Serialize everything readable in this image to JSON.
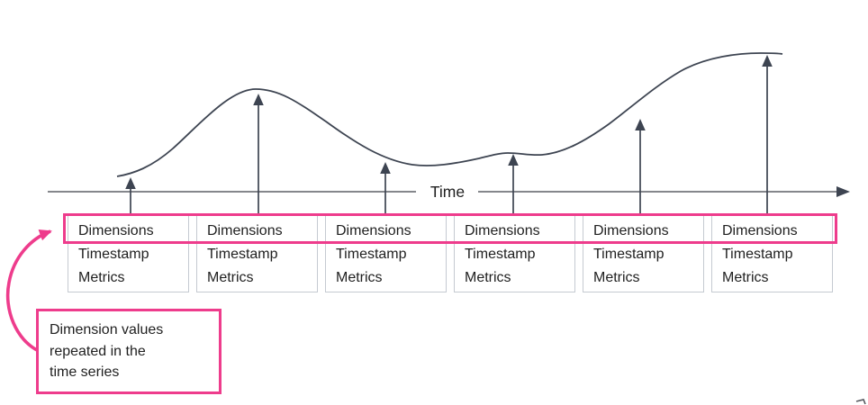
{
  "axis": {
    "label": "Time"
  },
  "boxes": [
    {
      "lines": [
        "Dimensions",
        "Timestamp",
        "Metrics"
      ]
    },
    {
      "lines": [
        "Dimensions",
        "Timestamp",
        "Metrics"
      ]
    },
    {
      "lines": [
        "Dimensions",
        "Timestamp",
        "Metrics"
      ]
    },
    {
      "lines": [
        "Dimensions",
        "Timestamp",
        "Metrics"
      ]
    },
    {
      "lines": [
        "Dimensions",
        "Timestamp",
        "Metrics"
      ]
    },
    {
      "lines": [
        "Dimensions",
        "Timestamp",
        "Metrics"
      ]
    }
  ],
  "callout": {
    "lines": [
      "Dimension values",
      "repeated in the",
      "time series"
    ]
  },
  "colors": {
    "accent_pink": "#ee3c8c",
    "line_dark": "#3d4451",
    "axis_gray": "#85878c",
    "box_border": "#c5cad1",
    "text": "#1f1f1f"
  }
}
